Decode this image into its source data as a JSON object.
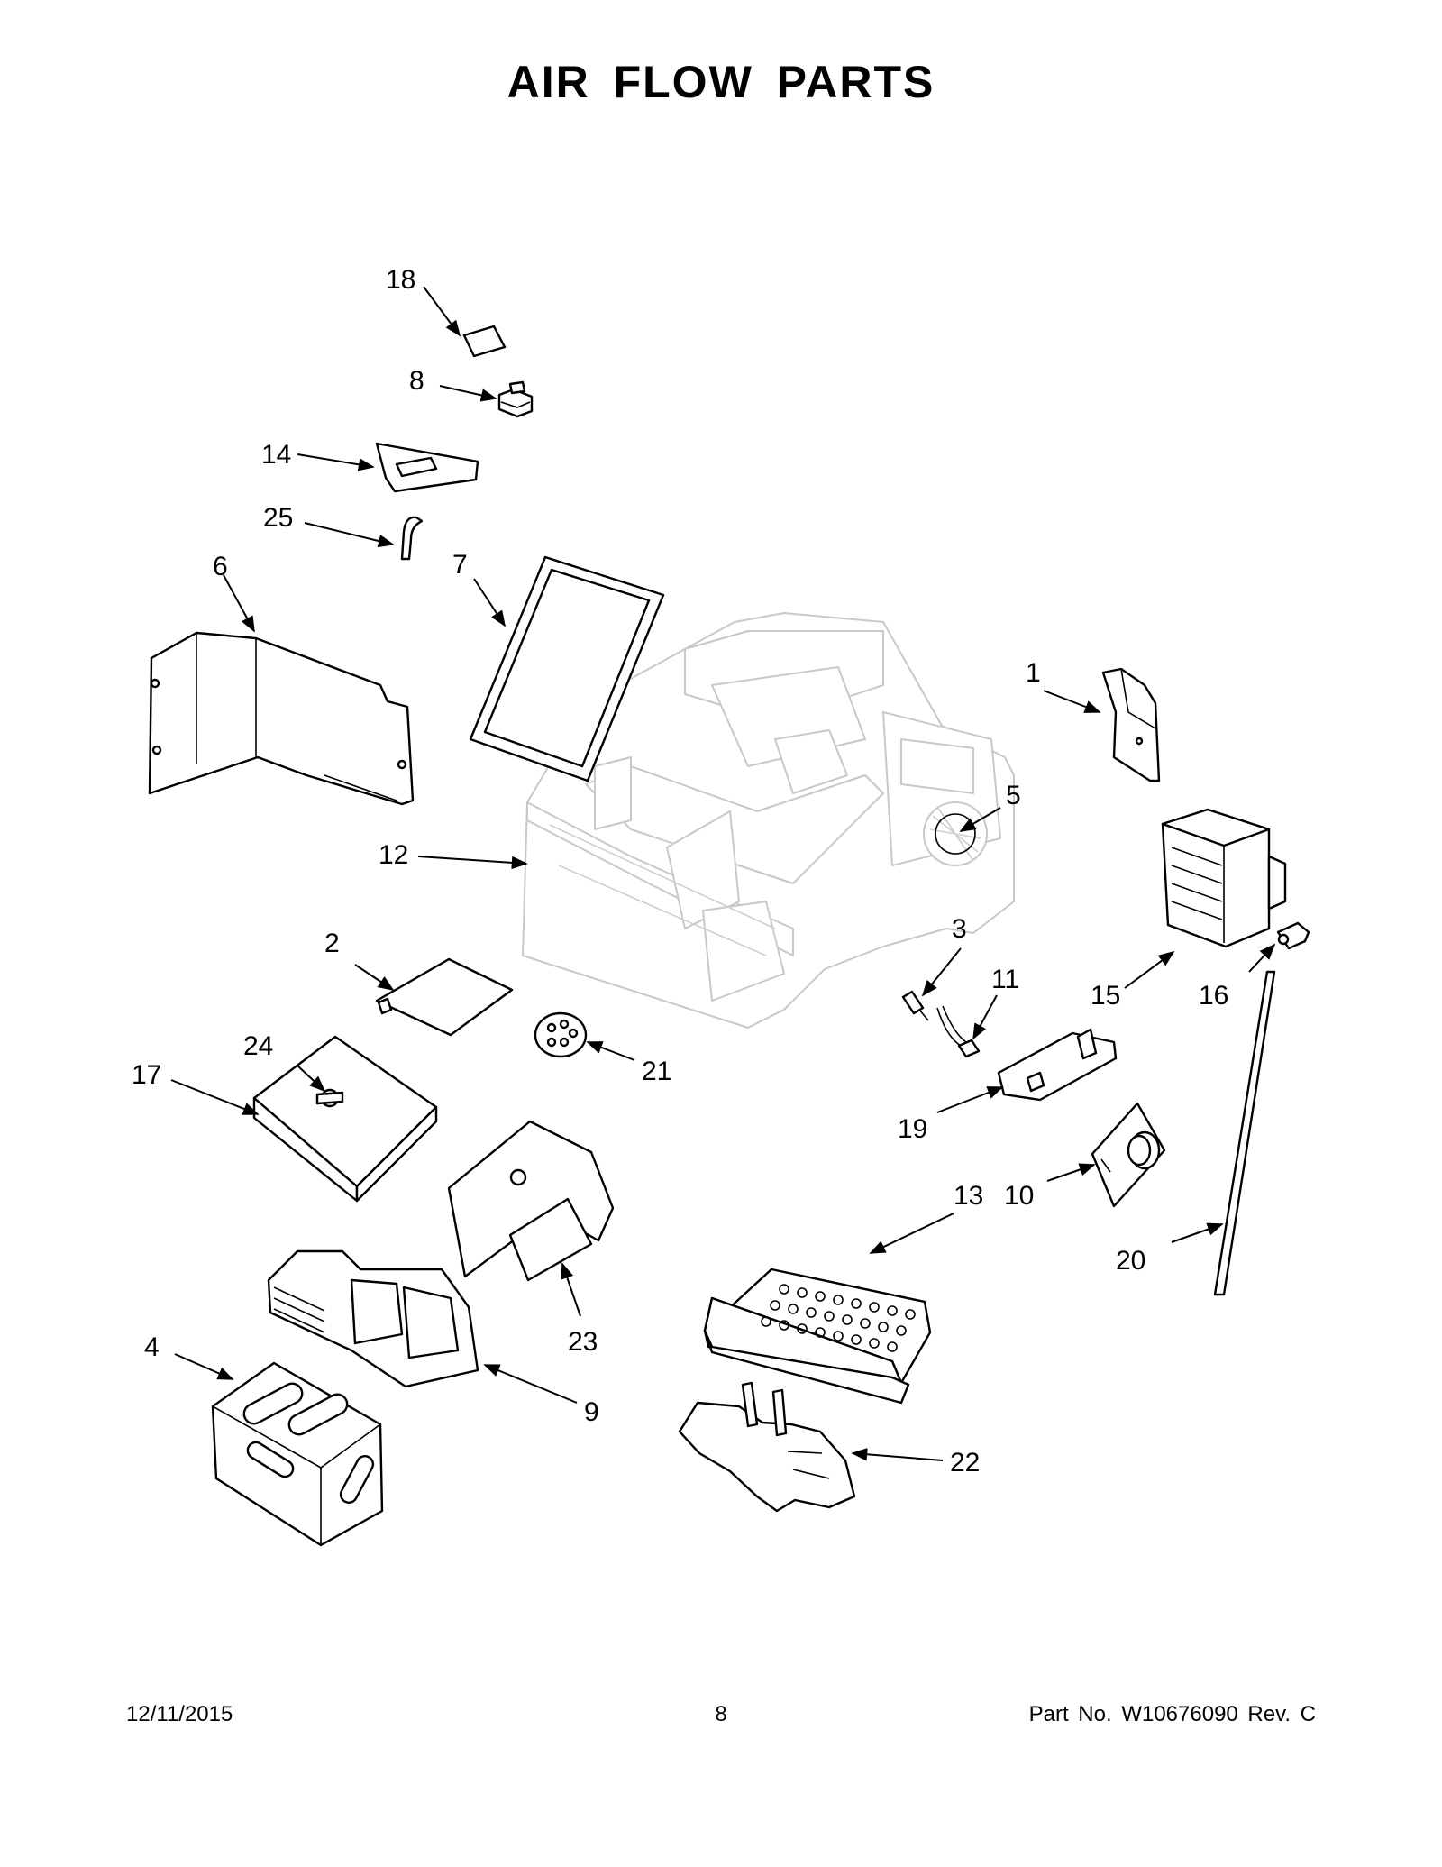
{
  "page": {
    "title": "AIR FLOW PARTS"
  },
  "callouts": [
    "1",
    "2",
    "3",
    "4",
    "5",
    "6",
    "7",
    "8",
    "9",
    "10",
    "11",
    "12",
    "13",
    "14",
    "15",
    "16",
    "17",
    "18",
    "19",
    "20",
    "21",
    "22",
    "23",
    "24",
    "25"
  ],
  "footer": {
    "date": "12/11/2015",
    "page_number": "8",
    "part_number": "Part No.  W10676090  Rev.  C"
  }
}
